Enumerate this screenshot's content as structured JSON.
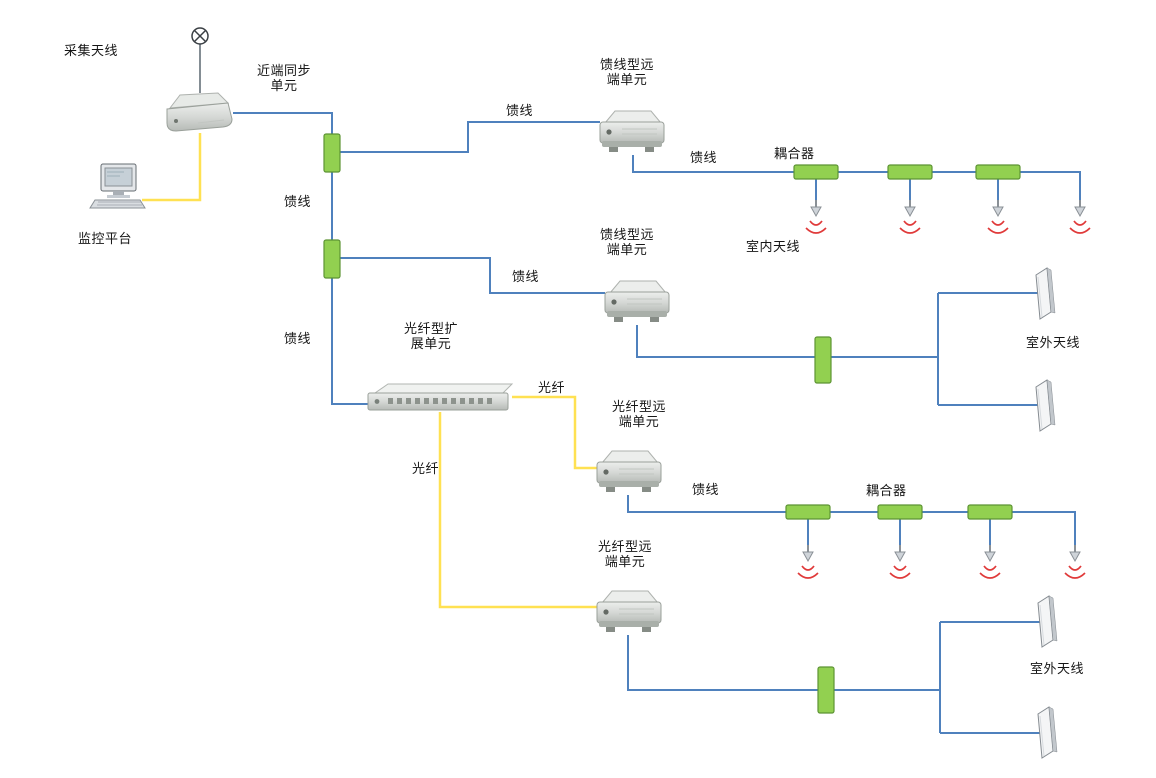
{
  "diagram": {
    "type": "network-topology",
    "labels": {
      "collect_antenna": "采集天线",
      "near_end_unit": "近端同步\n单元",
      "monitor_platform": "监控平台",
      "feeder": "馈线",
      "fiber": "光纤",
      "feeder_remote_unit": "馈线型远\n端单元",
      "fiber_remote_unit": "光纤型远\n端单元",
      "fiber_expansion_unit": "光纤型扩\n展单元",
      "coupler": "耦合器",
      "indoor_antenna": "室内天线",
      "outdoor_antenna": "室外天线"
    },
    "colors": {
      "feeder_line": "#4f81bd",
      "fiber_line": "#ffe152",
      "monitor_line": "#ffe152",
      "splitter_fill": "#92d050",
      "splitter_border": "#5d9434",
      "signal_wave": "#e03a3a",
      "device_grey": "#d3d6d3",
      "text": "#161616",
      "background": "#ffffff"
    },
    "icons": {
      "collect_antenna": "circled-x-antenna",
      "monitor_platform": "desktop-computer",
      "indoor_antenna": "down-arrow-with-red-waves",
      "outdoor_antenna": "panel-antenna",
      "splitter": "green-block",
      "coupler": "green-block-horizontal"
    }
  }
}
